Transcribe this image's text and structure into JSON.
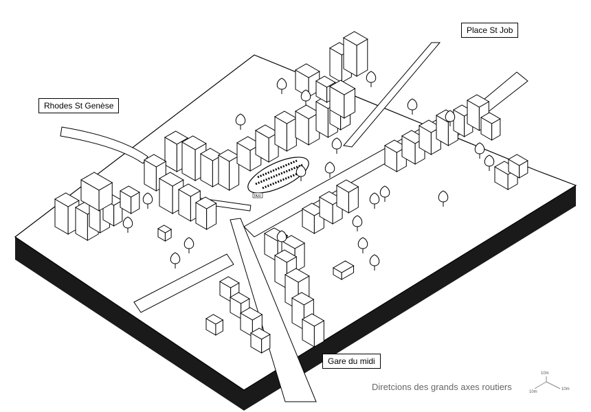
{
  "places": {
    "place_st_job": "Place St Job",
    "rhodes_st_genese": "Rhodes St Genèse",
    "gare_du_midi": "Gare du midi"
  },
  "caption": "Diretcions des grands axes routiers",
  "scale": {
    "top": "10m",
    "left": "10m",
    "right": "10m"
  },
  "taxi_sign": "TAXI",
  "colors": {
    "ink": "#000000",
    "base": "#1a1a1a",
    "paper": "#ffffff",
    "caption": "#666666"
  }
}
